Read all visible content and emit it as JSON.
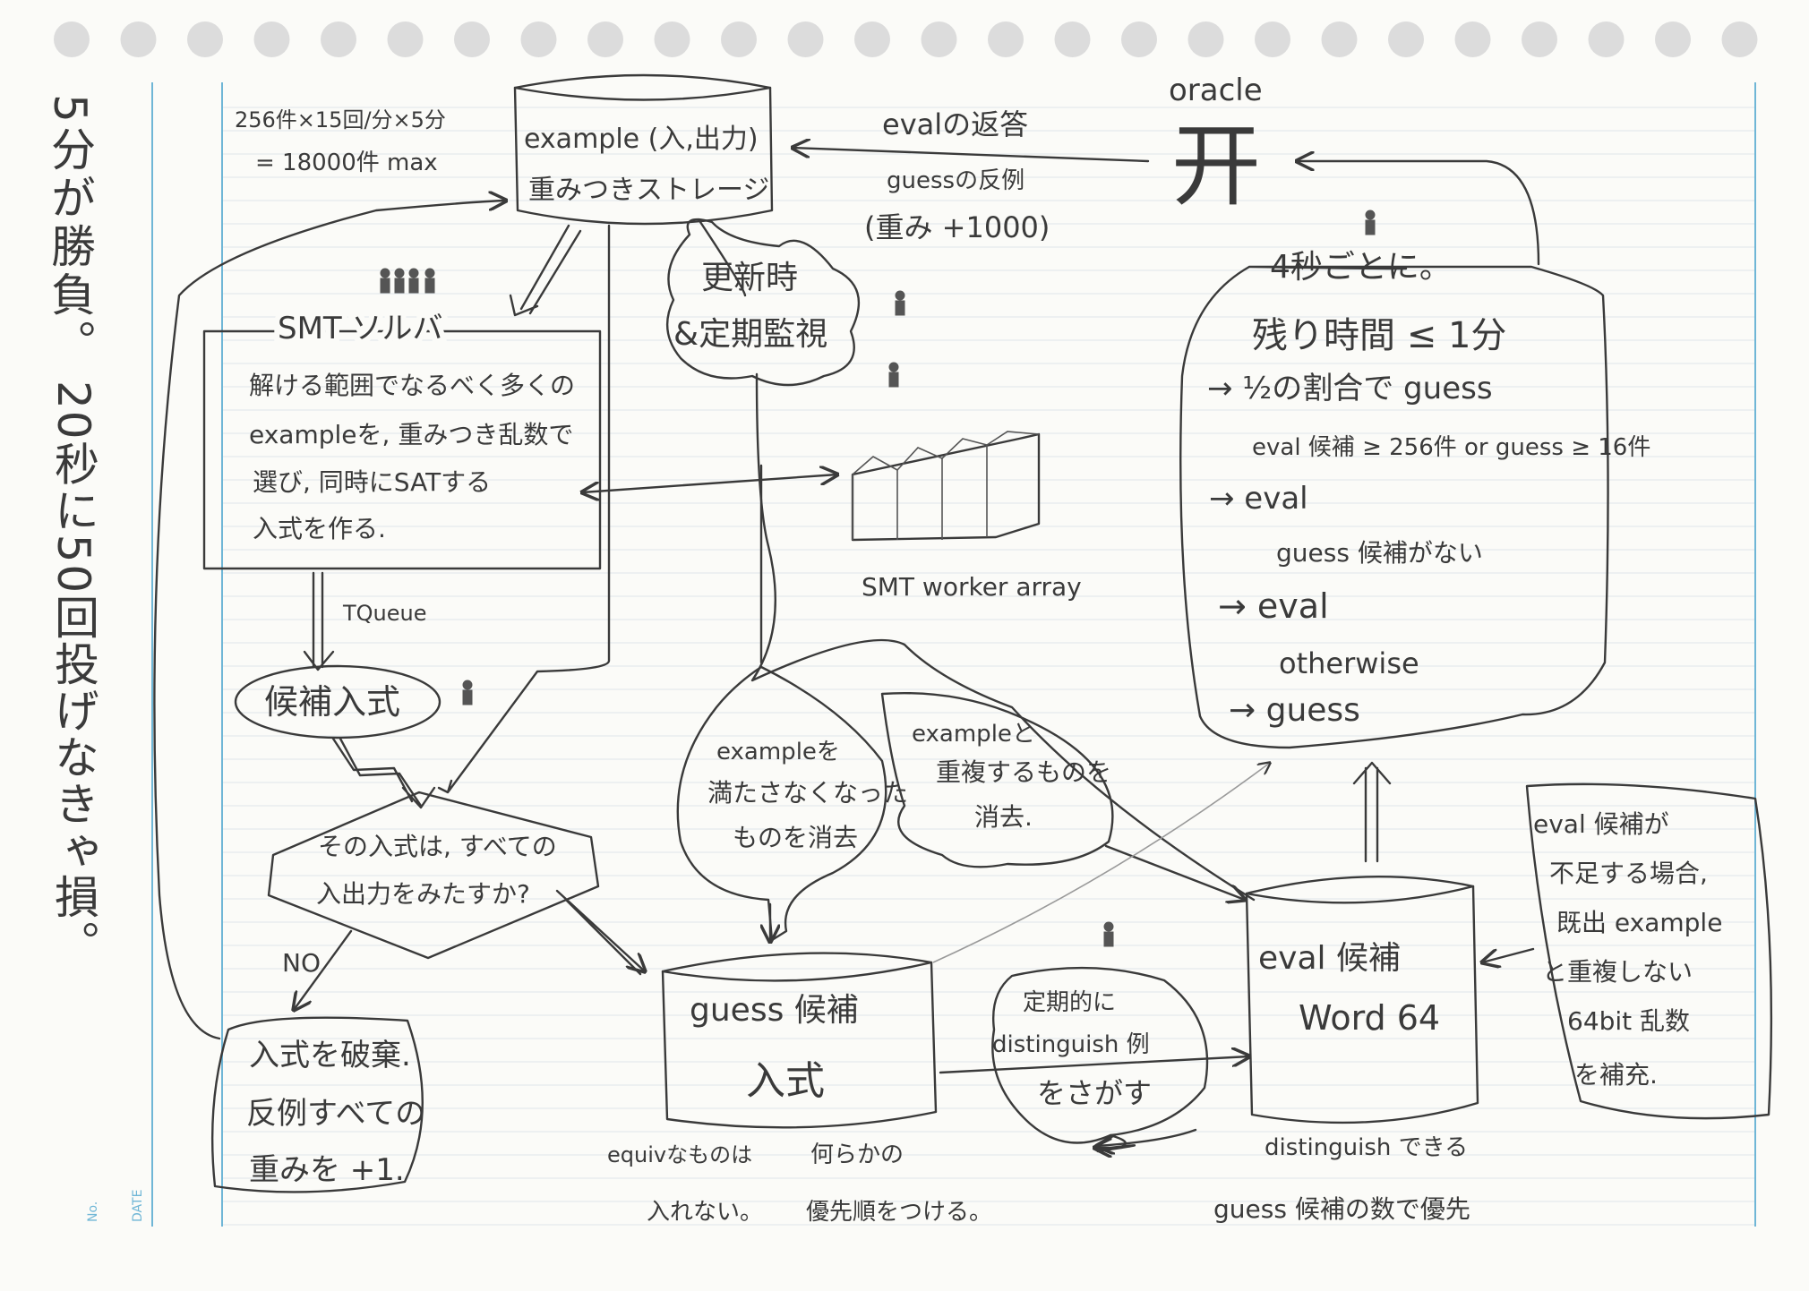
{
  "side_note": {
    "lines": [
      "5分が勝負。",
      "20秒に50回投げなきゃ損。"
    ]
  },
  "margin_labels": {
    "no": "No.",
    "date": "DATE"
  },
  "storage": {
    "line1": "example (入,出力)",
    "line2": "重みつきストレージ"
  },
  "storage_note": {
    "line1": "256件×15回/分×5分",
    "line2": "= 18000件 max"
  },
  "oracle": {
    "label": "oracle",
    "glyph": "开"
  },
  "eval_reply": {
    "line1": "evalの返答",
    "line2": "guessの反例",
    "line3": "(重み +1000)"
  },
  "update_cloud": {
    "line1": "更新時",
    "line2": "&定期監視"
  },
  "smt_solver": {
    "title": "SMT ソルバ",
    "lines": [
      "解ける範囲でなるべく多くの",
      "exampleを, 重みつき乱数で",
      "選び, 同時にSATする",
      "入式を作る."
    ]
  },
  "worker_array": {
    "label": "SMT worker array"
  },
  "tqueue": {
    "label": "TQueue"
  },
  "candidate": {
    "label": "候補入式"
  },
  "decision": {
    "line1": "その入式は, すべての",
    "line2": "入出力をみたすか?"
  },
  "no_label": {
    "label": "NO"
  },
  "discard": {
    "line1": "入式を破棄.",
    "line2": "反例すべての",
    "line3": "重みを +1."
  },
  "bubble_left": {
    "line1": "exampleを",
    "line2": "満たさなくなった",
    "line3": "ものを消去"
  },
  "bubble_right": {
    "line1": "exampleと",
    "line2": "重複するものを",
    "line3": "消去."
  },
  "guess_store": {
    "line1": "guess 候補",
    "line2": "入式"
  },
  "guess_note_a": {
    "line1": "equivなものは",
    "line2": "入れない。"
  },
  "guess_note_b": {
    "line1": "何らかの",
    "line2": "優先順をつける。"
  },
  "distinguish_cloud": {
    "line1": "定期的に",
    "line2": "distinguish 例",
    "line3": "をさがす"
  },
  "eval_store": {
    "line1": "eval 候補",
    "line2": "Word 64"
  },
  "eval_store_note": {
    "line1": "distinguish できる",
    "line2": "guess 候補の数で優先"
  },
  "fill_note": {
    "lines": [
      "eval 候補が",
      "不足する場合,",
      "既出 example",
      "と重複しない",
      "64bit 乱数",
      "を補充."
    ]
  },
  "policy": {
    "header": "4秒ごとに。",
    "lines": [
      "残り時間 ≤ 1分",
      "→ ½の割合で guess",
      "eval 候補 ≥ 256件 or guess ≥ 16件",
      "→ eval",
      "guess 候補がない",
      "→ eval",
      "otherwise",
      "→ guess"
    ]
  }
}
